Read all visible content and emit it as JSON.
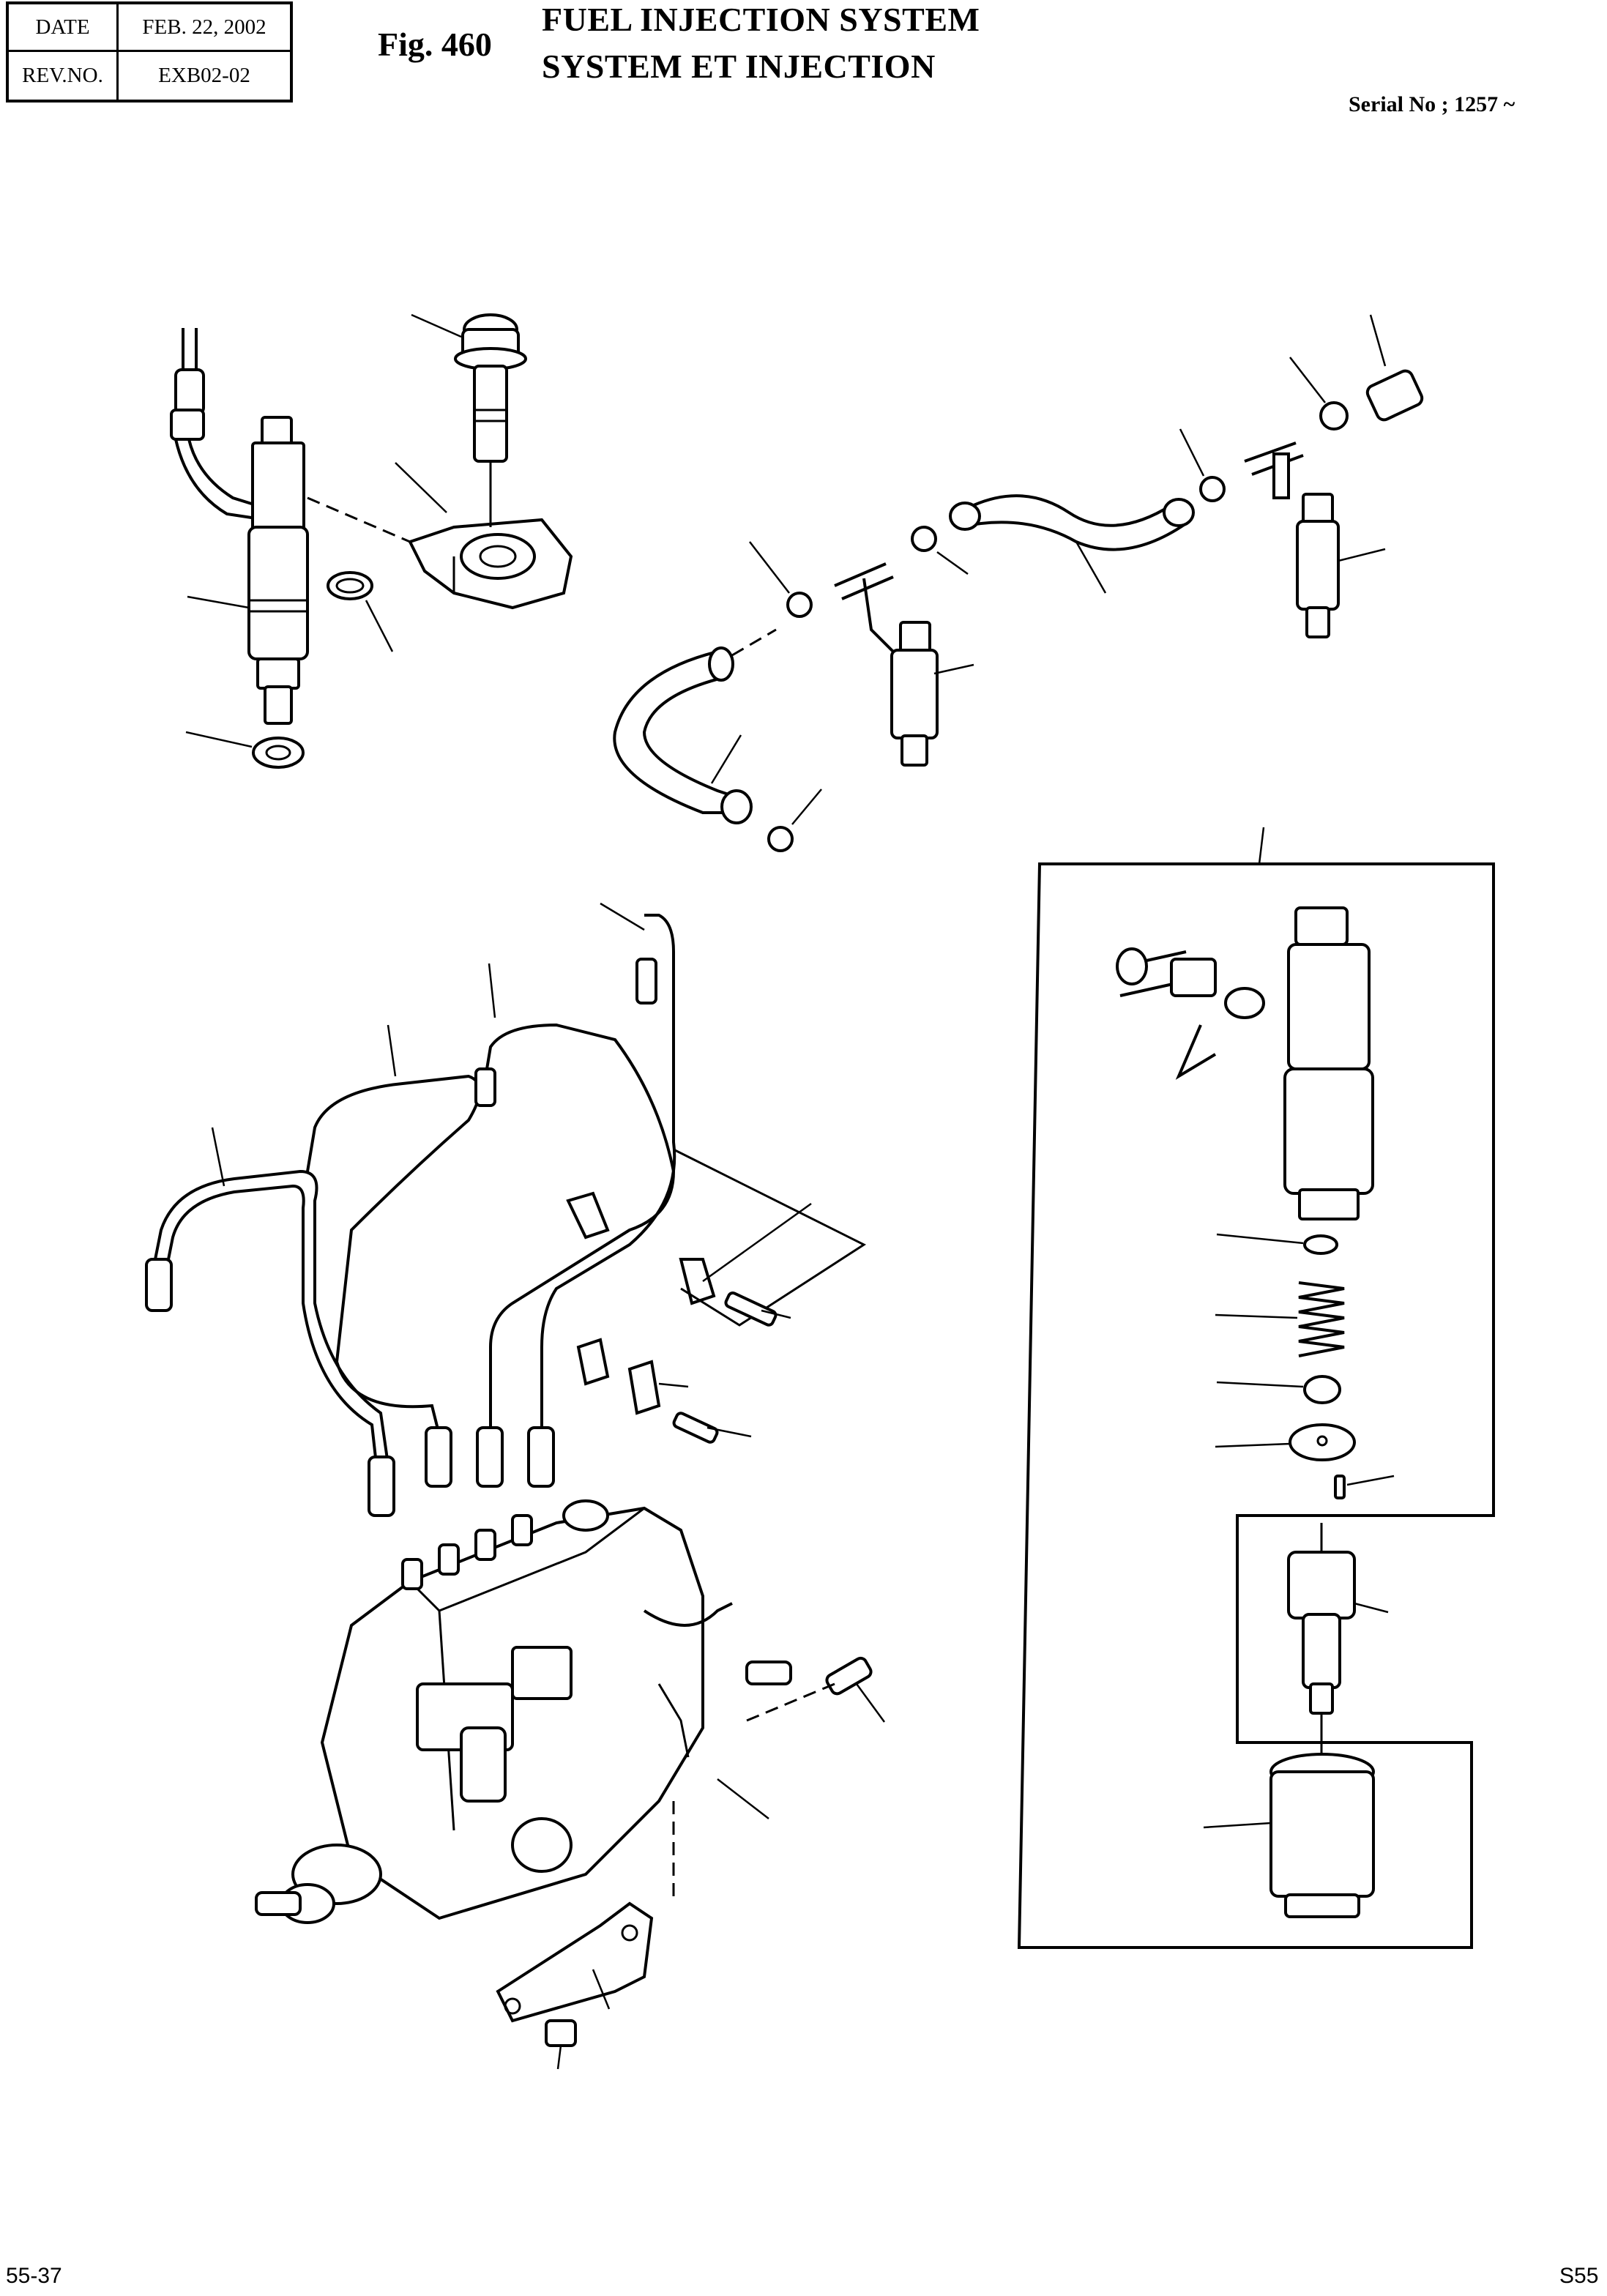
{
  "header": {
    "date_label": "DATE",
    "date_value": "FEB. 22, 2002",
    "rev_label": "REV.NO.",
    "rev_value": "EXB02-02"
  },
  "figure": {
    "number": "Fig. 460",
    "title_en": "FUEL INJECTION SYSTEM",
    "title_fr": "SYSTEM ET INJECTION",
    "serial": "Serial No ; 1257 ~"
  },
  "footer": {
    "page_left": "55-37",
    "page_right": "S55"
  }
}
